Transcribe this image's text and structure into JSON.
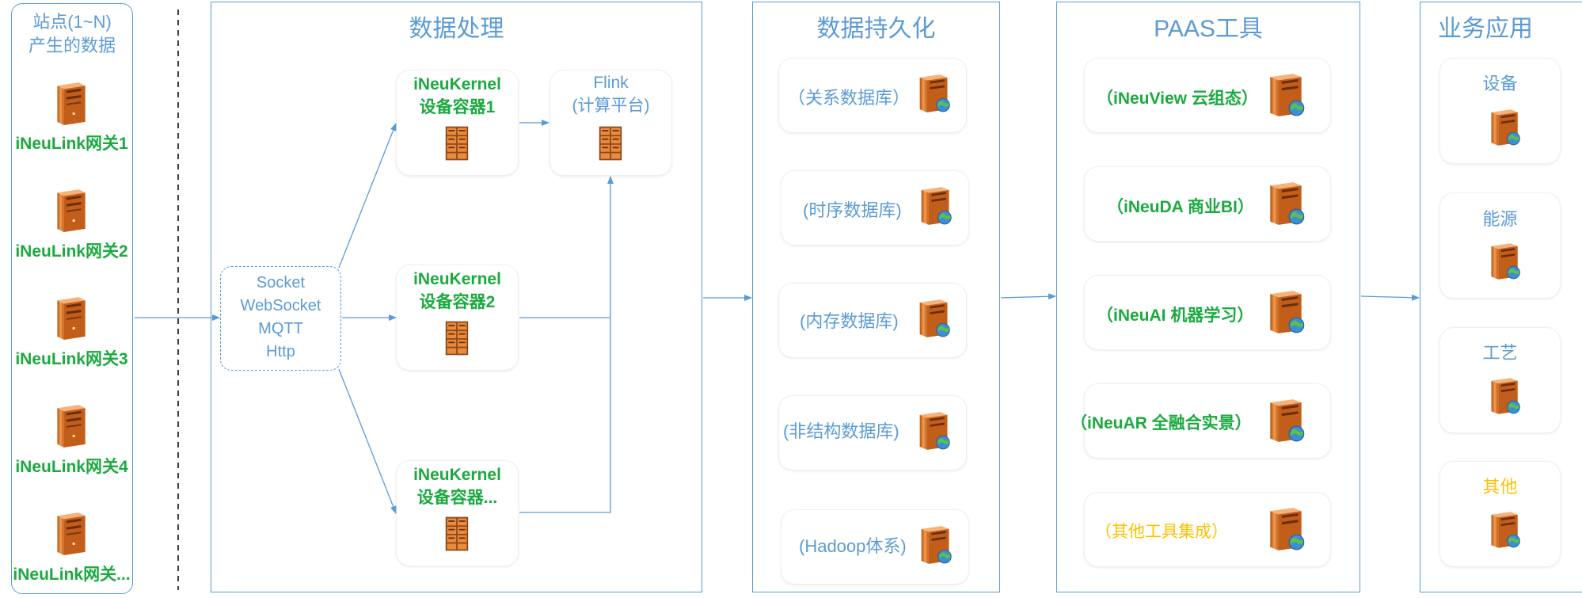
{
  "sites": {
    "title_line1": "站点(1~N)",
    "title_line2": "产生的数据",
    "gateways": [
      "iNeuLink网关1",
      "iNeuLink网关2",
      "iNeuLink网关3",
      "iNeuLink网关4",
      "iNeuLink网关..."
    ]
  },
  "processing": {
    "title": "数据处理",
    "protocols": [
      "Socket",
      "WebSocket",
      "MQTT",
      "Http"
    ],
    "containers": [
      {
        "line1": "iNeuKernel",
        "line2": "设备容器1"
      },
      {
        "line1": "iNeuKernel",
        "line2": "设备容器2"
      },
      {
        "line1": "iNeuKernel",
        "line2": "设备容器..."
      }
    ],
    "flink": {
      "line1": "Flink",
      "line2": "(计算平台)"
    }
  },
  "persistence": {
    "title": "数据持久化",
    "items": [
      "（关系数据库）",
      "(时序数据库)",
      "(内存数据库)",
      "(非结构数据库)",
      "(Hadoop体系)"
    ]
  },
  "paas": {
    "title": "PAAS工具",
    "items": [
      "（iNeuView 云组态）",
      "（iNeuDA 商业BI）",
      "（iNeuAI 机器学习）",
      "（iNeuAR 全融合实景）",
      "（其他工具集成）"
    ]
  },
  "business": {
    "title": "业务应用",
    "items": [
      "设备",
      "能源",
      "工艺",
      "其他"
    ]
  },
  "colors": {
    "accent": "#5b9bd5",
    "green": "#1aaa3f",
    "yellow": "#ffc000",
    "server_orange": "#e98a3c"
  },
  "icons": {
    "gateway": "server-tower-icon",
    "container": "server-rack-icon",
    "database": "server-globe-icon"
  }
}
